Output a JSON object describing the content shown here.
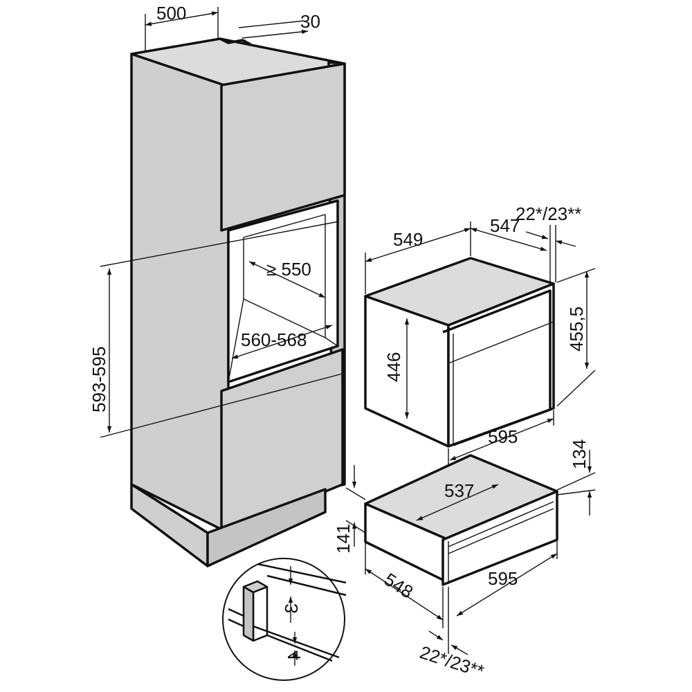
{
  "diagram": {
    "dimensions": {
      "cabinet_depth": "500",
      "cabinet_recess": "30",
      "niche_height": "593-595",
      "niche_depth": "≥ 550",
      "niche_width": "560-568",
      "oven_depth_total": "549",
      "oven_depth_body": "547",
      "oven_front_offset": "22*/23**",
      "oven_front_height": "455,5",
      "oven_body_height": "446",
      "oven_width": "595",
      "drawer_depth": "537",
      "drawer_front_height": "134",
      "drawer_height": "141",
      "drawer_side_depth": "548",
      "drawer_width": "595",
      "drawer_front_offset": "22*/23**",
      "gap_upper": "3",
      "gap_lower": "4"
    }
  }
}
